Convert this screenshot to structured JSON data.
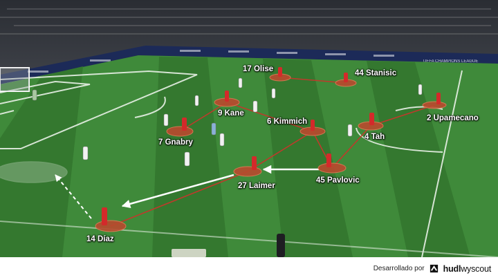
{
  "players": [
    {
      "id": "olise",
      "label": "17 Olise"
    },
    {
      "id": "stanisic",
      "label": "44 Stanisic"
    },
    {
      "id": "kane",
      "label": "9 Kane"
    },
    {
      "id": "kimmich",
      "label": "6 Kimmich"
    },
    {
      "id": "upamecano",
      "label": "2 Upamecano"
    },
    {
      "id": "gnabry",
      "label": "7 Gnabry"
    },
    {
      "id": "tah",
      "label": "4 Tah"
    },
    {
      "id": "laimer",
      "label": "27 Laimer"
    },
    {
      "id": "pavlovic",
      "label": "45 Pavlovic"
    },
    {
      "id": "diaz",
      "label": "14 Díaz"
    }
  ],
  "banner_text": "UEFA CHAMPIONS LEAGUE",
  "footer": {
    "credit_text": "Desarrollado por",
    "brand_bold": "hudl",
    "brand_rest": "wyscout"
  },
  "colors": {
    "pitch_light": "#3f8a3a",
    "pitch_dark": "#34782f",
    "team_red": "#d32a2a",
    "marker_fill": "#b94a2e",
    "link_line": "#c0392b",
    "arrow": "#ffffff"
  }
}
